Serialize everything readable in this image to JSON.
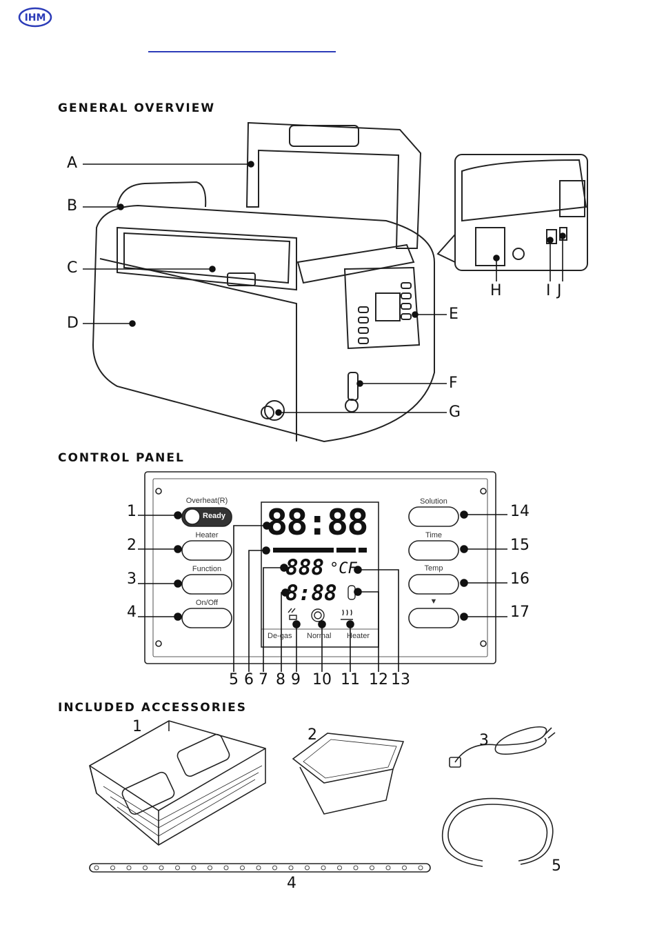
{
  "header": {
    "logo_text": "IHM"
  },
  "sections": {
    "overview": "GENERAL OVERVIEW",
    "control_panel": "CONTROL PANEL",
    "accessories": "INCLUDED ACCESSORIES"
  },
  "overview_labels": [
    "A",
    "B",
    "C",
    "D",
    "E",
    "F",
    "G",
    "H",
    "I",
    "J"
  ],
  "panel": {
    "ready_top": "Overheat(R)",
    "ready": "Ready",
    "heater": "Heater",
    "function": "Function",
    "onoff": "On/Off",
    "solution": "Solution",
    "time": "Time",
    "temp": "Temp",
    "down": "▼",
    "lcd_main": "88:88",
    "lcd_temp": "888",
    "lcd_unit": "°CF",
    "lcd_time": "8:88",
    "degas": "De-gas",
    "normal": "Normal",
    "heater_mode": "Heater",
    "numbers_left": [
      "1",
      "2",
      "3",
      "4"
    ],
    "numbers_right": [
      "14",
      "15",
      "16",
      "17"
    ],
    "numbers_bottom": [
      "5",
      "6",
      "7",
      "8",
      "9",
      "10",
      "11",
      "12",
      "13"
    ]
  },
  "accessory_labels": [
    "1",
    "2",
    "3",
    "4",
    "5"
  ]
}
